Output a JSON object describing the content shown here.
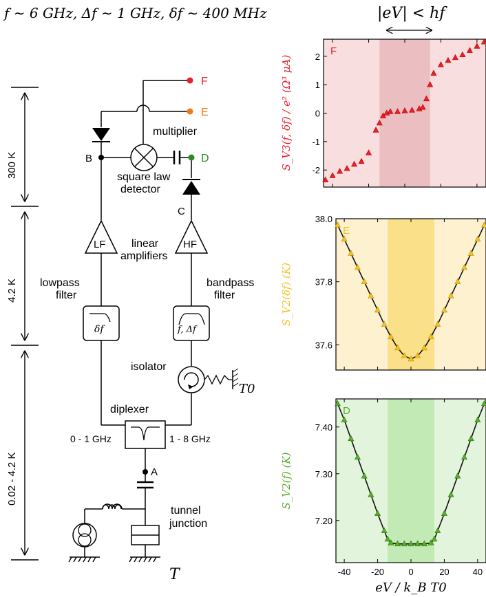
{
  "header": {
    "params": "f ∼ 6 GHz,  Δf ∼ 1 GHz,  δf ∼ 400 MHz",
    "window_label": "|eV| < hf"
  },
  "temps": {
    "room": "300 K",
    "helium": "4.2 K",
    "cold": "0.02 - 4.2 K"
  },
  "nodes": {
    "A": "A",
    "B": "B",
    "C": "C",
    "D": "D",
    "E": "E",
    "F": "F"
  },
  "labels": {
    "multiplier": "multiplier",
    "square1": "square law",
    "square2": "detector",
    "linear1": "linear",
    "linear2": "amplifiers",
    "lowpass1": "lowpass",
    "lowpass2": "filter",
    "bandpass1": "bandpass",
    "bandpass2": "filter",
    "isolator": "isolator",
    "diplexer": "diplexer",
    "diplexer_low": "0 - 1 GHz",
    "diplexer_high": "1 - 8 GHz",
    "tunnel1": "tunnel",
    "tunnel2": "junction",
    "T": "T",
    "T0": "T0",
    "lf_amp": "LF",
    "hf_amp": "HF",
    "lp_box": "δf",
    "bp_box": "f, Δf"
  },
  "colors": {
    "F": "#e8202a",
    "E": "#f07a1a",
    "D": "#2e8b22"
  },
  "chart_data": [
    {
      "type": "scatter",
      "panel": "F",
      "ylabel": "S_V3(f, δf) / e² (Ω³ μA)",
      "xlim": [
        -45,
        45
      ],
      "ylim": [
        -2.6,
        2.6
      ],
      "yticks": [
        "2",
        "1",
        "0",
        "-1",
        "-2"
      ],
      "shaded_window": [
        -14,
        14
      ],
      "x": [
        -44,
        -40,
        -36,
        -32,
        -28,
        -24,
        -20,
        -16,
        -14,
        -12,
        -10,
        -8,
        -4,
        0,
        4,
        8,
        10,
        12,
        14,
        16,
        20,
        24,
        28,
        32,
        36,
        40,
        44
      ],
      "values": [
        -2.35,
        -2.2,
        -2.05,
        -1.95,
        -1.8,
        -1.7,
        -1.4,
        -0.6,
        -0.35,
        -0.1,
        0,
        0.05,
        0.05,
        0.08,
        0.1,
        0.15,
        0.2,
        0.5,
        1.0,
        1.4,
        1.7,
        1.85,
        1.95,
        2.05,
        2.2,
        2.35,
        2.5
      ],
      "marker_color": "#e8202a"
    },
    {
      "type": "line",
      "panel": "E",
      "ylabel": "S_V2(δf) (K)",
      "xlim": [
        -45,
        45
      ],
      "ylim": [
        37.52,
        38.0
      ],
      "yticks": [
        "38.0",
        "37.8",
        "37.6"
      ],
      "shaded_window": [
        -14,
        14
      ],
      "x": [
        -44,
        -40,
        -36,
        -32,
        -28,
        -24,
        -20,
        -16,
        -12,
        -8,
        -4,
        0,
        4,
        8,
        12,
        16,
        20,
        24,
        28,
        32,
        36,
        40,
        44
      ],
      "values": [
        37.98,
        37.935,
        37.89,
        37.845,
        37.8,
        37.755,
        37.71,
        37.665,
        37.625,
        37.59,
        37.565,
        37.555,
        37.565,
        37.59,
        37.625,
        37.665,
        37.71,
        37.755,
        37.8,
        37.845,
        37.89,
        37.935,
        37.98
      ],
      "marker_color": "#f2c224"
    },
    {
      "type": "line",
      "panel": "D",
      "ylabel": "S_V2(f) (K)",
      "xlabel": "eV / k_B T0",
      "xlim": [
        -45,
        45
      ],
      "ylim": [
        7.11,
        7.46
      ],
      "yticks": [
        "7.40",
        "7.30",
        "7.20"
      ],
      "xticks": [
        "-40",
        "-20",
        "0",
        "20",
        "40"
      ],
      "shaded_window": [
        -14,
        14
      ],
      "x": [
        -44,
        -40,
        -36,
        -32,
        -28,
        -24,
        -20,
        -16,
        -14,
        -12,
        -8,
        -4,
        0,
        4,
        8,
        12,
        14,
        16,
        20,
        24,
        28,
        32,
        36,
        40,
        44
      ],
      "values": [
        7.45,
        7.415,
        7.375,
        7.335,
        7.295,
        7.255,
        7.215,
        7.178,
        7.16,
        7.152,
        7.15,
        7.15,
        7.15,
        7.15,
        7.15,
        7.152,
        7.16,
        7.178,
        7.215,
        7.255,
        7.295,
        7.335,
        7.375,
        7.415,
        7.45
      ],
      "marker_color": "#5aad2e"
    }
  ]
}
